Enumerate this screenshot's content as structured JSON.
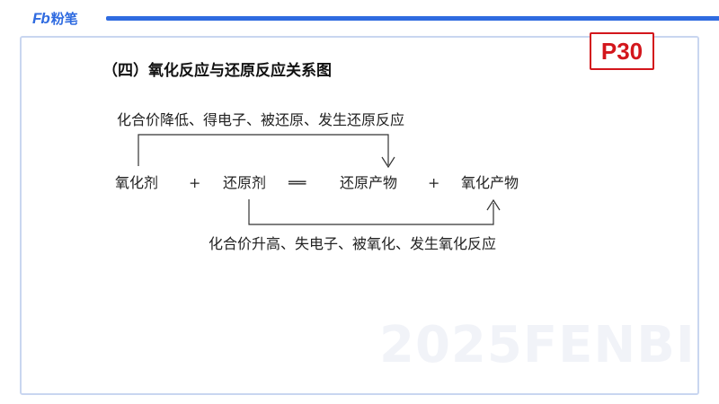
{
  "header": {
    "logo_mark": "Fb",
    "logo_text": "粉笔",
    "brand_color": "#2f6be0"
  },
  "page_badge": "P30",
  "title": "（四）氧化反应与还原反应关系图",
  "diagram": {
    "top_label": "化合价降低、得电子、被还原、发生还原反应",
    "bottom_label": "化合价升高、失电子、被氧化、发生氧化反应",
    "equation": {
      "oxidant": "氧化剂",
      "plus_1": "+",
      "reductant": "还原剂",
      "equals": "══",
      "reduction_product": "还原产物",
      "plus_2": "+",
      "oxidation_product": "氧化产物"
    }
  },
  "watermark": "2025FENBI",
  "colors": {
    "badge_red": "#d3161c",
    "frame_border": "#c9d6f0"
  }
}
